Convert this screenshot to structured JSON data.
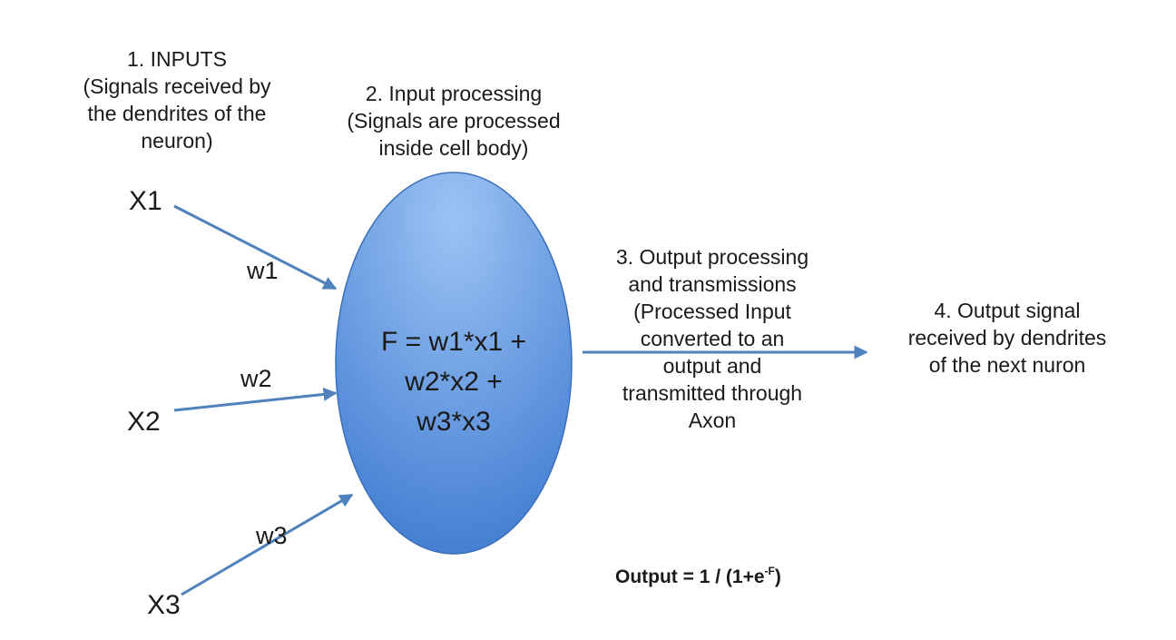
{
  "colors": {
    "arrow": "#4f81bd",
    "neuron_top": "#9cc3f4",
    "neuron_bottom": "#3e7ad0",
    "neuron_edge": "#3b6fb8",
    "text": "#1a1a1a"
  },
  "stages": {
    "inputs": [
      "1. INPUTS",
      "(Signals received by",
      "the dendrites of the",
      "neuron)"
    ],
    "processing": [
      "2. Input processing",
      "(Signals are processed",
      "inside cell body)"
    ],
    "output_processing": [
      "3. Output processing",
      "and transmissions",
      "(Processed Input",
      "converted to an",
      "output and",
      "transmitted through",
      "Axon"
    ],
    "output_signal": [
      "4. Output signal",
      "received by dendrites",
      "of the next nuron"
    ]
  },
  "inputs": {
    "x1": "X1",
    "x2": "X2",
    "x3": "X3",
    "w1": "w1",
    "w2": "w2",
    "w3": "w3"
  },
  "neuron": {
    "formula": [
      "F = w1*x1 +",
      "w2*x2 +",
      "w3*x3"
    ]
  },
  "output_equation": {
    "prefix": "Output = 1 / (1+e",
    "superscript": "-F",
    "suffix": ")"
  }
}
